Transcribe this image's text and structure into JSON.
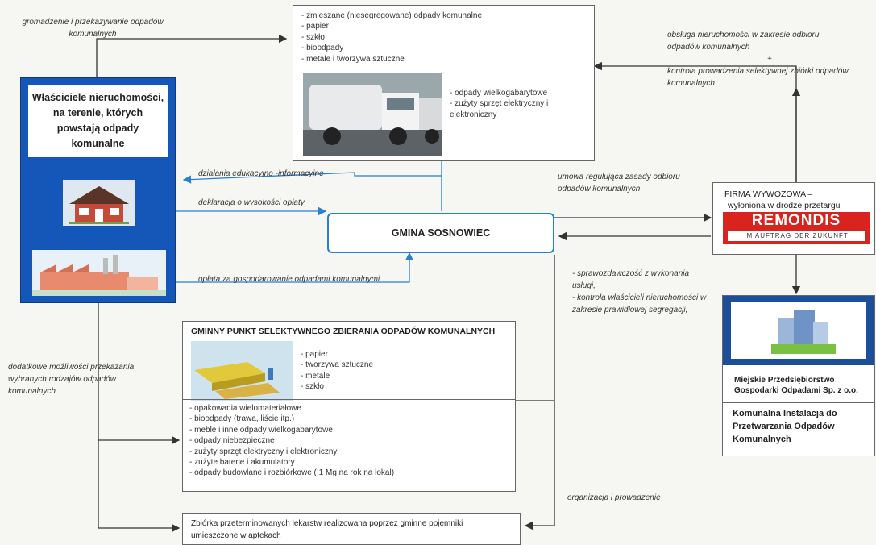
{
  "owners": {
    "title": "Właściciele nieruchomości, na terenie, których powstają odpady komunalne",
    "house_icon": "house-icon",
    "factory_icon": "factory-icon"
  },
  "top_left_label": "gromadzenie i przekazywanie odpadów komunalnych",
  "waste_types": {
    "items": [
      "zmieszane (niesegregowane) odpady komunalne",
      "papier",
      "szkło",
      "bioodpady",
      "metale i tworzywa sztuczne"
    ],
    "extra_items": [
      "odpady wielkogabarytowe",
      "zużyty sprzęt elektryczny i elektroniczny"
    ],
    "truck_icon": "garbage-truck-icon"
  },
  "top_right_label": {
    "line1": "obsługa nieruchomości w zakresie odbioru odpadów komunalnych",
    "plus": "+",
    "line2": "kontrola prowadzenia selektywnej zbiórki odpadów komunalnych"
  },
  "edu_label": "działania edukacyjno -informacyjne",
  "declaration_label": "deklaracja o wysokości opłaty",
  "fee_label": "opłata za gospodarowanie odpadami komunalnymi",
  "gmina": {
    "title": "GMINA SOSNOWIEC"
  },
  "contract_label": "umowa regulująca zasady odbioru odpadów komunalnych",
  "firm": {
    "line1": "FIRMA WYWOZOWA –",
    "line2": "wyłoniona w drodze przetargu",
    "logo_text": "REMONDIS",
    "logo_sub": "IM AUFTRAG DER ZUKUNFT",
    "brand_color": "#d8231f"
  },
  "report_label": [
    "- sprawozdawczość z wykonania usługi,",
    "- kontrola właścicieli nieruchomości w zakresie prawidłowej segregacji,"
  ],
  "mpgo": {
    "name": "Miejskie Przedsiębiorstwo Gospodarki Odpadami Sp. z o.o.",
    "plant": "Komunalna Instalacja do Przetwarzania Odpadów Komunalnych",
    "logo_icon": "building-icon",
    "header_color": "#1c4e9a"
  },
  "pszok": {
    "title": "GMINNY PUNKT SELEKTYWNEGO ZBIERANIA ODPADÓW KOMUNALNYCH",
    "items_top": [
      "papier",
      "tworzywa sztuczne",
      "metale",
      "szkło"
    ],
    "items_bottom": [
      "opakowania wielomateriałowe",
      "bioodpady (trawa, liście itp.)",
      "meble i inne odpady wielkogabarytowe",
      "odpady niebezpieczne",
      "zużyty sprzęt elektryczny i elektroniczny",
      "zużyte baterie i akumulatory",
      "odpady budowlane i rozbiórkowe ( 1 Mg na rok na lokal)"
    ],
    "containers_icon": "containers-icon"
  },
  "additional_label": "dodatkowe możliwości przekazania wybranych rodzajów odpadów komunalnych",
  "org_label": "organizacja i prowadzenie",
  "medicine_box": "Zbiórka przeterminowanych lekarstw realizowana poprzez gminne pojemniki umieszczone w aptekach",
  "colors": {
    "owners_blue": "#1457b8",
    "arrow_blue": "#2a7fd0",
    "arrow_dark": "#333333"
  }
}
